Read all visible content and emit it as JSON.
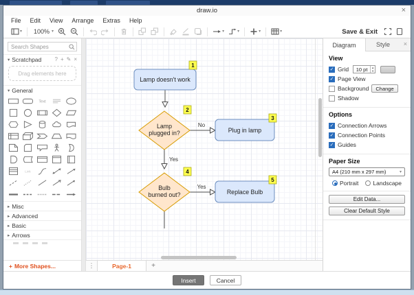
{
  "window": {
    "title": "draw.io",
    "close": "×"
  },
  "menubar": {
    "items": [
      "File",
      "Edit",
      "View",
      "Arrange",
      "Extras",
      "Help"
    ]
  },
  "toolbar": {
    "zoom": "100%",
    "save_exit": "Save & Exit"
  },
  "sidebar": {
    "search_placeholder": "Search Shapes",
    "scratchpad_label": "Scratchpad",
    "drag_hint": "Drag elements here",
    "sections": [
      "General",
      "Misc",
      "Advanced",
      "Basic",
      "Arrows"
    ],
    "more_shapes": "More Shapes..."
  },
  "canvas": {
    "flowchart": {
      "node1": "Lamp doesn't work",
      "node2_line1": "Lamp",
      "node2_line2": "plugged in?",
      "node3": "Plug in lamp",
      "node4_line1": "Bulb",
      "node4_line2": "burned out?",
      "node5": "Replace Bulb",
      "edge_no": "No",
      "edge_yes1": "Yes",
      "edge_yes2": "Yes",
      "badges": [
        "1",
        "2",
        "3",
        "4",
        "5"
      ],
      "colors": {
        "process_fill": "#dbe8fc",
        "process_border": "#6c8ebf",
        "decision_fill": "#ffe6cc",
        "decision_border": "#d79b00",
        "badge_fill": "#ffff4f"
      }
    }
  },
  "right_panel": {
    "tabs": {
      "diagram": "Diagram",
      "style": "Style"
    },
    "view": {
      "heading": "View",
      "grid": "Grid",
      "grid_size": "10 pt",
      "page_view": "Page View",
      "background": "Background",
      "change": "Change",
      "shadow": "Shadow"
    },
    "options": {
      "heading": "Options",
      "items": [
        "Connection Arrows",
        "Connection Points",
        "Guides"
      ]
    },
    "paper": {
      "heading": "Paper Size",
      "size": "A4 (210 mm x 297 mm)",
      "portrait": "Portrait",
      "landscape": "Landscape"
    },
    "buttons": {
      "edit_data": "Edit Data...",
      "clear_default": "Clear Default Style"
    }
  },
  "pages_bar": {
    "page": "Page-1"
  },
  "footer": {
    "insert": "Insert",
    "cancel": "Cancel"
  }
}
